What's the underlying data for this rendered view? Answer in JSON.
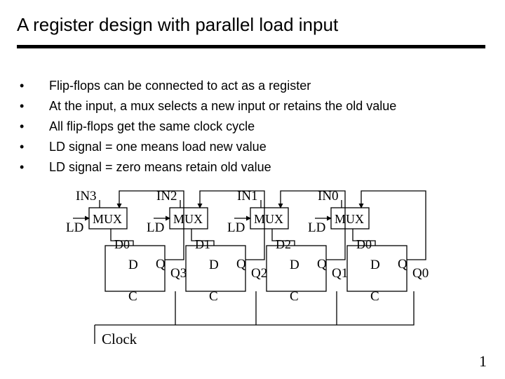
{
  "slide": {
    "title": "A register design with parallel load input",
    "bullets": [
      "Flip-flops can be connected to act as a register",
      "At the input, a mux selects a new input or retains the old value",
      "All flip-flops get the same clock cycle",
      "LD signal = one means load new value",
      "LD signal = zero means retain old value"
    ],
    "bullet_symbol": "•",
    "page_number": "1"
  },
  "diagram": {
    "stages": [
      {
        "input": "IN3",
        "ld": "LD",
        "mux": "MUX",
        "d_label": "D0",
        "ff_d": "D",
        "ff_q": "Q",
        "ff_c": "C",
        "output": "Q3"
      },
      {
        "input": "IN2",
        "ld": "LD",
        "mux": "MUX",
        "d_label": "D1",
        "ff_d": "D",
        "ff_q": "Q",
        "ff_c": "C",
        "output": "Q2"
      },
      {
        "input": "IN1",
        "ld": "LD",
        "mux": "MUX",
        "d_label": "D2",
        "ff_d": "D",
        "ff_q": "Q",
        "ff_c": "C",
        "output": "Q1"
      },
      {
        "input": "IN0",
        "ld": "LD",
        "mux": "MUX",
        "d_label": "D0",
        "ff_d": "D",
        "ff_q": "Q",
        "ff_c": "C",
        "output": "Q0"
      }
    ],
    "clock_label": "Clock"
  }
}
